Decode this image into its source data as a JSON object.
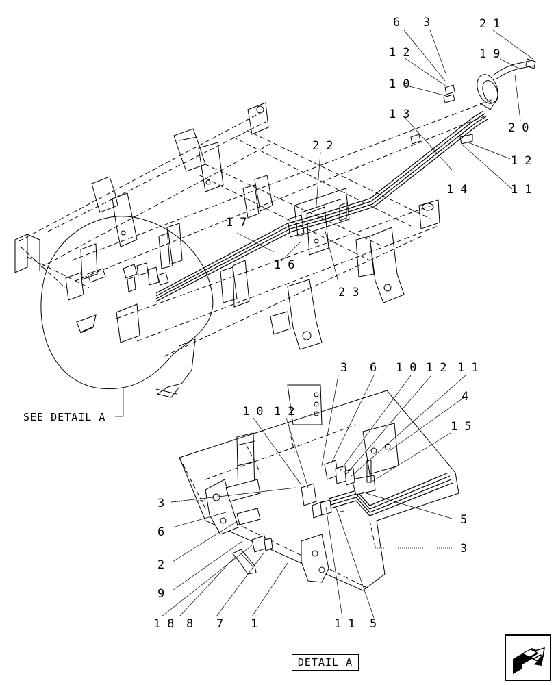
{
  "diagram": {
    "see_detail_label": "SEE DETAIL A",
    "detail_box_label": "DETAIL A",
    "callouts_main": [
      "6",
      "3",
      "21",
      "12",
      "19",
      "10",
      "13",
      "20",
      "22",
      "12",
      "14",
      "11",
      "17",
      "16",
      "23"
    ],
    "callouts_detail": [
      "3",
      "6",
      "10",
      "12",
      "11",
      "10",
      "12",
      "4",
      "15",
      "3",
      "5",
      "6",
      "3",
      "2",
      "9",
      "18",
      "8",
      "7",
      "1",
      "11",
      "5"
    ]
  },
  "nav": {
    "icon": "next-page-arrow-icon"
  }
}
